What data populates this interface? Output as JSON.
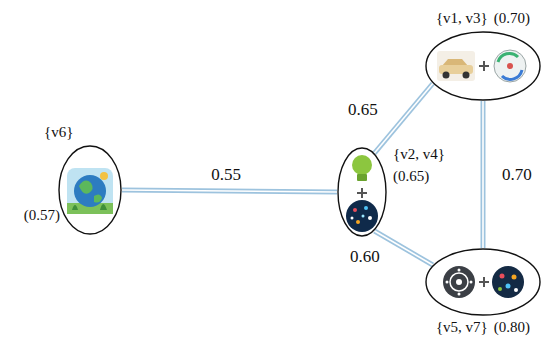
{
  "diagram": {
    "nodes": [
      {
        "text": [
          "{v1, v3}",
          "(0.70)"
        ]
      },
      {
        "text": [
          "{v6}",
          "(0.57)"
        ]
      },
      {
        "text": [
          "{v2, v4}",
          "(0.65)"
        ]
      },
      {
        "text": [
          "{v5, v7}",
          "(0.80)"
        ]
      }
    ],
    "edges": [
      {
        "from": 1,
        "to": 2,
        "arrow": "none",
        "label": "0.55"
      },
      {
        "from": 2,
        "to": 0,
        "arrow": "none",
        "label": "0.65"
      },
      {
        "from": 0,
        "to": 3,
        "arrow": "none",
        "label": "0.70"
      },
      {
        "from": 2,
        "to": 3,
        "arrow": "none",
        "label": "0.60"
      }
    ]
  }
}
